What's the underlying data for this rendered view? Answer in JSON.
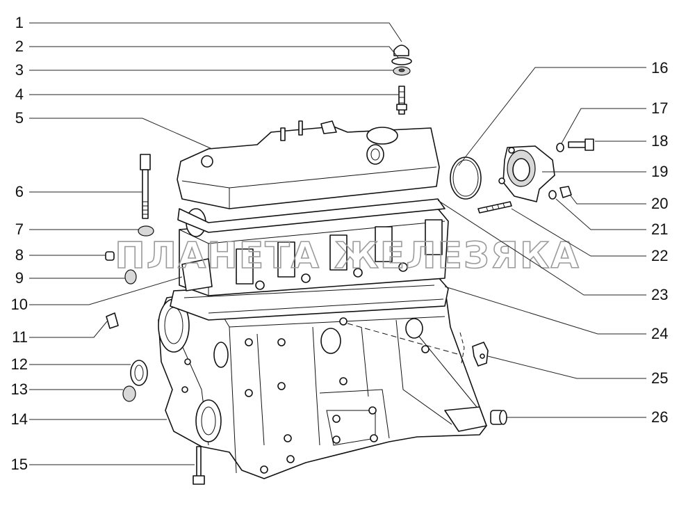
{
  "watermark": "ПЛАНЕТА ЖЕЛЕЗЯКА",
  "callouts_left": [
    "1",
    "2",
    "3",
    "4",
    "5",
    "6",
    "7",
    "8",
    "9",
    "10",
    "11",
    "12",
    "13",
    "14",
    "15"
  ],
  "callouts_right": [
    "16",
    "17",
    "18",
    "19",
    "20",
    "21",
    "22",
    "23",
    "24",
    "25",
    "26"
  ]
}
